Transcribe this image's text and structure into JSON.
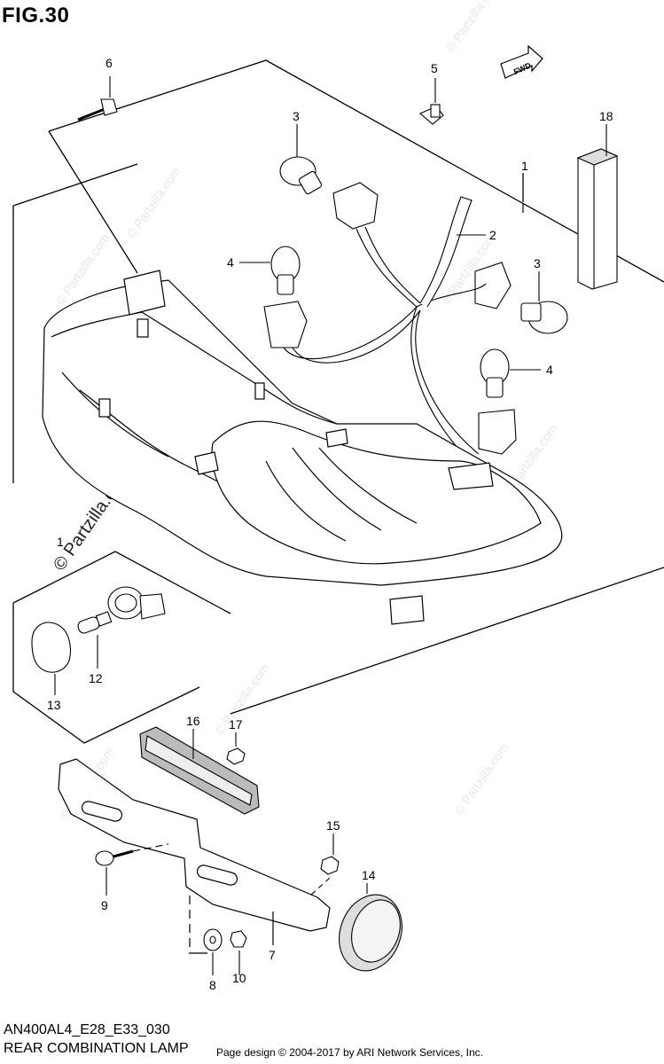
{
  "figure": {
    "title": "FIG.30",
    "model_code": "AN400AL4_E28_E33_030",
    "section_name": "REAR COMBINATION LAMP",
    "credit": "Page design © 2004-2017 by ARI Network Services, Inc.",
    "fwd_label": "FWD",
    "watermark": "© Partzilla.com"
  },
  "callouts": [
    "1",
    "2",
    "3",
    "3",
    "4",
    "4",
    "5",
    "6",
    "1",
    "12",
    "13",
    "16",
    "17",
    "15",
    "14",
    "9",
    "7",
    "8",
    "10",
    "18"
  ]
}
